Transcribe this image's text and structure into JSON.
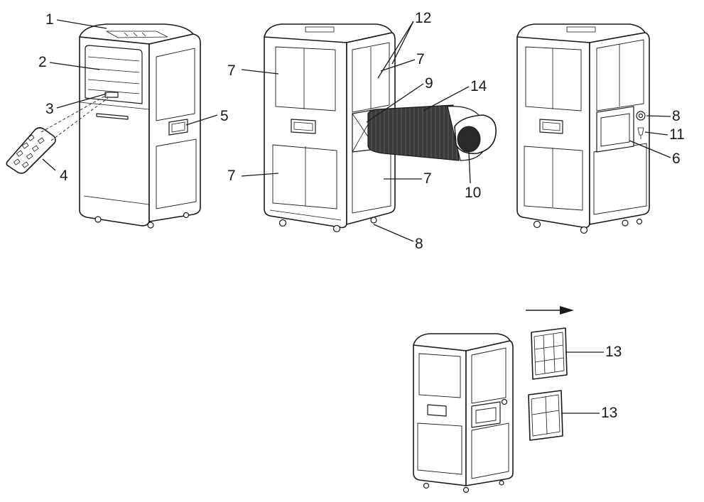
{
  "diagram": {
    "colors": {
      "line": "#1a1a1a",
      "background": "#ffffff",
      "hose": "#2a2a2a"
    },
    "views": [
      {
        "id": "front",
        "name": "front-view"
      },
      {
        "id": "side",
        "name": "side-view-with-hose"
      },
      {
        "id": "back",
        "name": "back-view"
      },
      {
        "id": "filter",
        "name": "filter-removal-view"
      }
    ],
    "callouts": [
      {
        "id": "c1",
        "text": "1"
      },
      {
        "id": "c2",
        "text": "2"
      },
      {
        "id": "c3",
        "text": "3"
      },
      {
        "id": "c4",
        "text": "4"
      },
      {
        "id": "c5",
        "text": "5"
      },
      {
        "id": "c7a",
        "text": "7"
      },
      {
        "id": "c12",
        "text": "12"
      },
      {
        "id": "c7b",
        "text": "7"
      },
      {
        "id": "c9",
        "text": "9"
      },
      {
        "id": "c14",
        "text": "14"
      },
      {
        "id": "c7c",
        "text": "7"
      },
      {
        "id": "c7d",
        "text": "7"
      },
      {
        "id": "c10",
        "text": "10"
      },
      {
        "id": "c8a",
        "text": "8"
      },
      {
        "id": "c8b",
        "text": "8"
      },
      {
        "id": "c11",
        "text": "11"
      },
      {
        "id": "c6",
        "text": "6"
      },
      {
        "id": "c13a",
        "text": "13"
      },
      {
        "id": "c13b",
        "text": "13"
      }
    ],
    "arrow": {
      "direction": "right",
      "icon": "arrow-right-icon"
    }
  }
}
